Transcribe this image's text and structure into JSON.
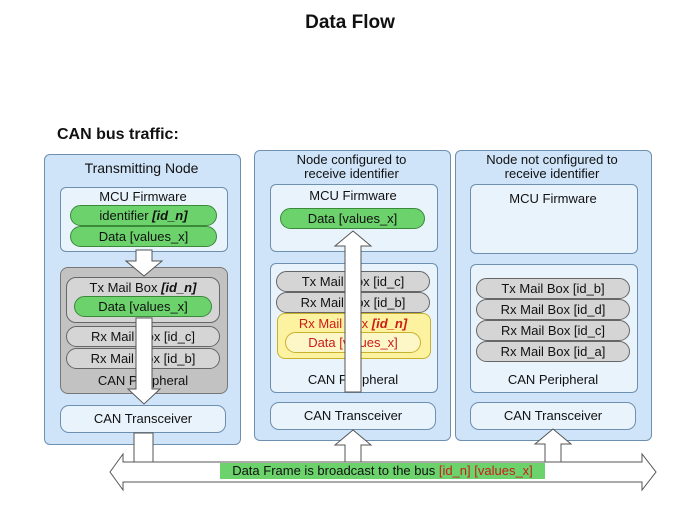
{
  "title": "Data Flow",
  "subtitle": "CAN  bus traffic:",
  "node1": {
    "heading": "Transmitting Node",
    "mcu_label": "MCU Firmware",
    "id_prefix": "identifier ",
    "id_value": "[id_n]",
    "data_pill": "Data  [values_x]",
    "tx_prefix": "Tx Mail Box  ",
    "tx_value": "[id_n]",
    "tx_data": "Data  [values_x]",
    "rx1": "Rx Mail Box  [id_c]",
    "rx2": "Rx Mail Box  [id_b]",
    "periph_label": "CAN Peripheral",
    "transceiver": "CAN Transceiver"
  },
  "node2": {
    "heading": "Node configured to receive identifier",
    "mcu_label": "MCU Firmware",
    "data_pill": "Data  [values_x]",
    "tx1": "Tx Mail Box  [id_c]",
    "rx1": "Rx Mail Box  [id_b]",
    "rx_prefix": "Rx Mail Box  ",
    "rx_value": "[id_n]",
    "rx_data": "Data  [values_x]",
    "periph_label": "CAN Peripheral",
    "transceiver": "CAN Transceiver"
  },
  "node3": {
    "heading": "Node not configured to receive identifier",
    "mcu_label": "MCU Firmware",
    "tx1": "Tx Mail Box  [id_b]",
    "rx1": "Rx Mail Box  [id_d]",
    "rx2": "Rx Mail Box  [id_c]",
    "rx3": "Rx Mail Box  [id_a]",
    "periph_label": "CAN Peripheral",
    "transceiver": "CAN Transceiver"
  },
  "bus": {
    "text": "Data Frame is broadcast to the bus ",
    "highlight": "[id_n] [values_x]"
  },
  "colors": {
    "node_fill": "#cfe4f8",
    "green": "#6cd26c",
    "yellow": "#fdf2a0",
    "red_text": "#cc1b1b"
  }
}
